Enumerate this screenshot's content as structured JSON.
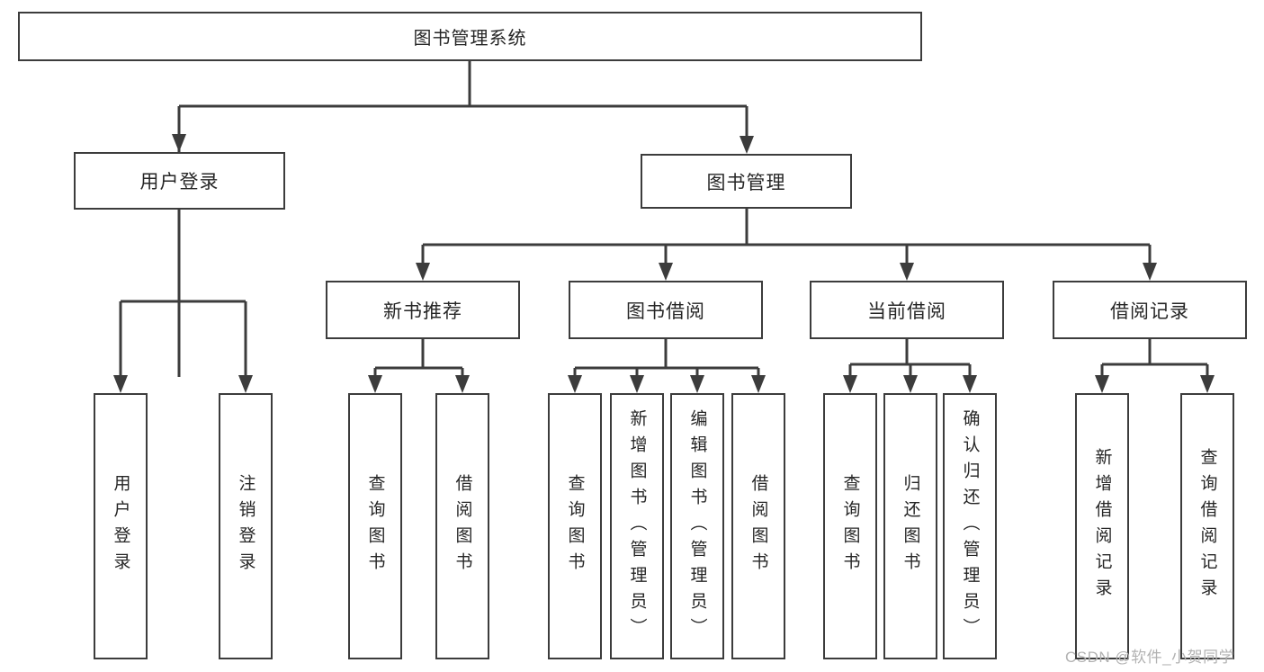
{
  "diagram": {
    "watermark": "CSDN @软件_小贺同学",
    "colors": {
      "line": "#3c3c3c",
      "box_border": "#3c3c3c",
      "text": "#262626",
      "background": "#ffffff",
      "watermark": "#b2b2b2"
    },
    "tree": {
      "root": {
        "label": "图书管理系统",
        "children": [
          {
            "label": "用户登录",
            "children": [
              {
                "label": "用户登录"
              },
              {
                "label": "注销登录"
              }
            ]
          },
          {
            "label": "图书管理",
            "children": [
              {
                "label": "新书推荐",
                "children": [
                  {
                    "label": "查询图书"
                  },
                  {
                    "label": "借阅图书"
                  }
                ]
              },
              {
                "label": "图书借阅",
                "children": [
                  {
                    "label": "查询图书"
                  },
                  {
                    "label": "新增图书（管理员）"
                  },
                  {
                    "label": "编辑图书（管理员）"
                  },
                  {
                    "label": "借阅图书"
                  }
                ]
              },
              {
                "label": "当前借阅",
                "children": [
                  {
                    "label": "查询图书"
                  },
                  {
                    "label": "归还图书"
                  },
                  {
                    "label": "确认归还（管理员）"
                  }
                ]
              },
              {
                "label": "借阅记录",
                "children": [
                  {
                    "label": "新增借阅记录"
                  },
                  {
                    "label": "查询借阅记录"
                  }
                ]
              }
            ]
          }
        ]
      }
    }
  }
}
